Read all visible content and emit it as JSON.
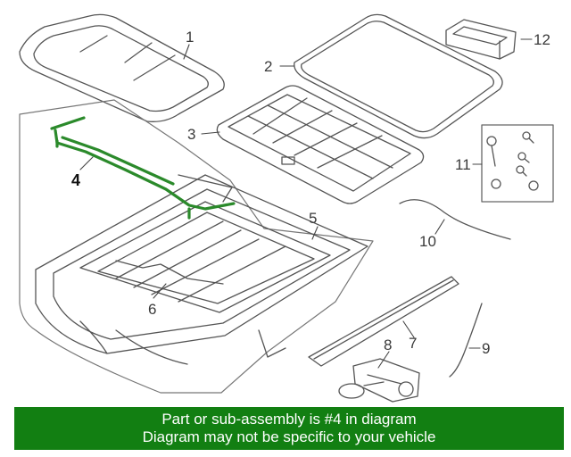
{
  "callouts": {
    "c1": "1",
    "c2": "2",
    "c3": "3",
    "c4": "4",
    "c5": "5",
    "c6": "6",
    "c7": "7",
    "c8": "8",
    "c9": "9",
    "c10": "10",
    "c11": "11",
    "c12": "12"
  },
  "banner": {
    "line1": "Part or sub-assembly is #4 in diagram",
    "line2": "Diagram may not be specific to your vehicle"
  },
  "colors": {
    "highlight": "#2b8a2b",
    "banner_bg": "#127f12",
    "line": "#555555"
  }
}
